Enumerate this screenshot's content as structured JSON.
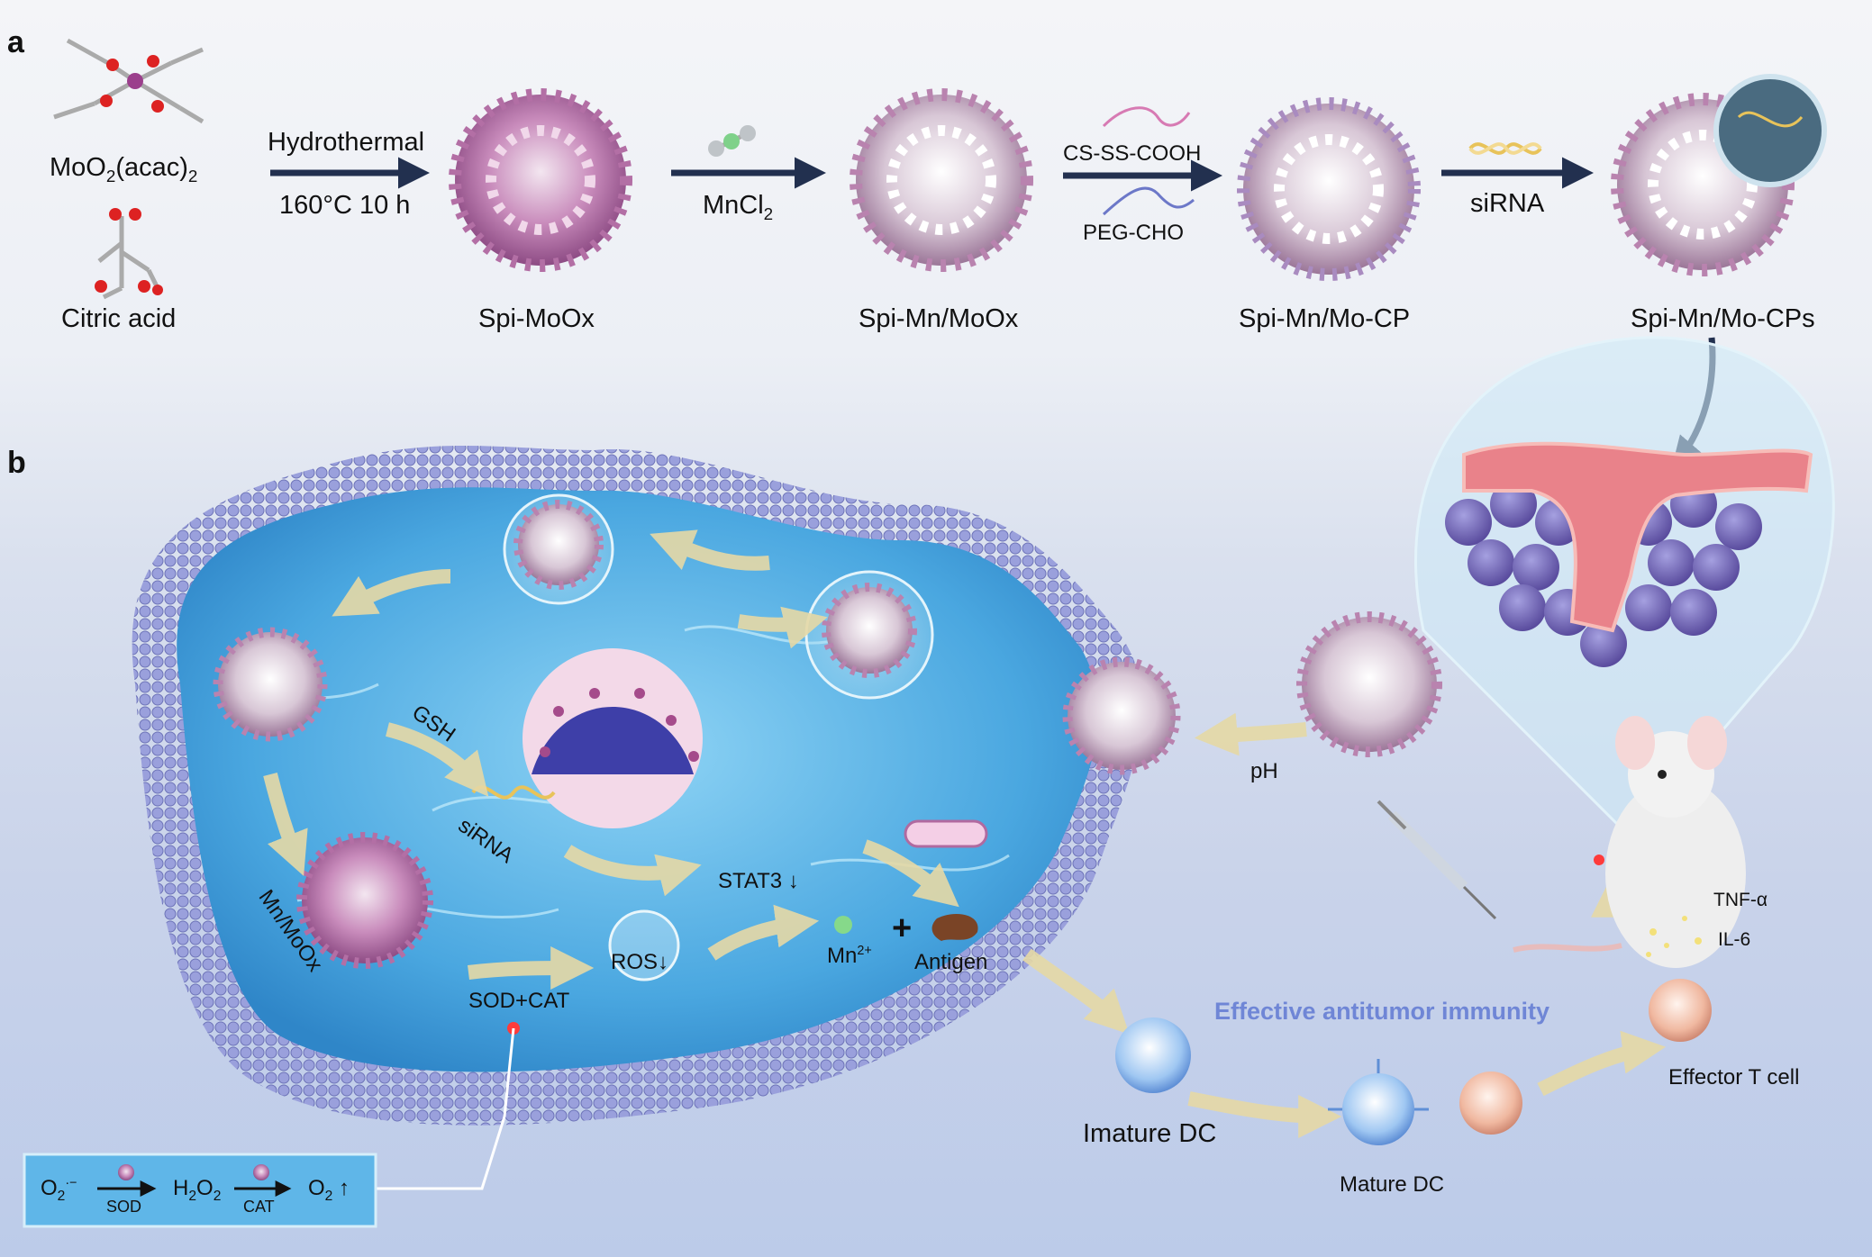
{
  "panels": {
    "a": "a",
    "b": "b"
  },
  "top": {
    "precursor1": "MoO",
    "precursor1_sub": "2",
    "precursor1_tail": "(acac)",
    "precursor1_tail_sub": "2",
    "precursor2": "Citric acid",
    "step1_top": "Hydrothermal",
    "step1_bottom": "160°C 10 h",
    "product1": "Spi-MoOx",
    "step2": "MnCl",
    "step2_sub": "2",
    "product2": "Spi-Mn/MoOx",
    "step3_top": "CS-SS-COOH",
    "step3_bottom": "PEG-CHO",
    "product3": "Spi-Mn/Mo-CP",
    "step4": "siRNA",
    "product4": "Spi-Mn/Mo-CPs"
  },
  "cell": {
    "gsh": "GSH",
    "sirna": "siRNA",
    "mnmoox": "Mn/MoOx",
    "stat3": "STAT3",
    "down": "↓",
    "ros": "ROS",
    "sodcat": "SOD+CAT",
    "mn": "Mn",
    "mn_sup": "2+",
    "plus": "+",
    "antigen": "Antigen"
  },
  "right": {
    "ph": "pH",
    "tnf": "TNF-α",
    "il6": "IL-6",
    "immunity": "Effective antitumor immunity",
    "imature": "Imature DC",
    "mature": "Mature DC",
    "effector": "Effector T cell"
  },
  "reaction": {
    "o2minus": "O",
    "o2minus_sub": "2",
    "o2minus_sup": "·−",
    "sod": "SOD",
    "h2o2_a": "H",
    "h2o2_sub1": "2",
    "h2o2_b": "O",
    "h2o2_sub2": "2",
    "cat": "CAT",
    "o2": "O",
    "o2_sub": "2",
    "up": "↑"
  },
  "colors": {
    "arrow": "#22304f",
    "cell_blue": "#4fb0e6",
    "membrane": "#8f96d4",
    "flow_arrow": "#e6d9a6",
    "immunity_text": "#6f86d6",
    "reaction_box": "#5fb6e8"
  }
}
